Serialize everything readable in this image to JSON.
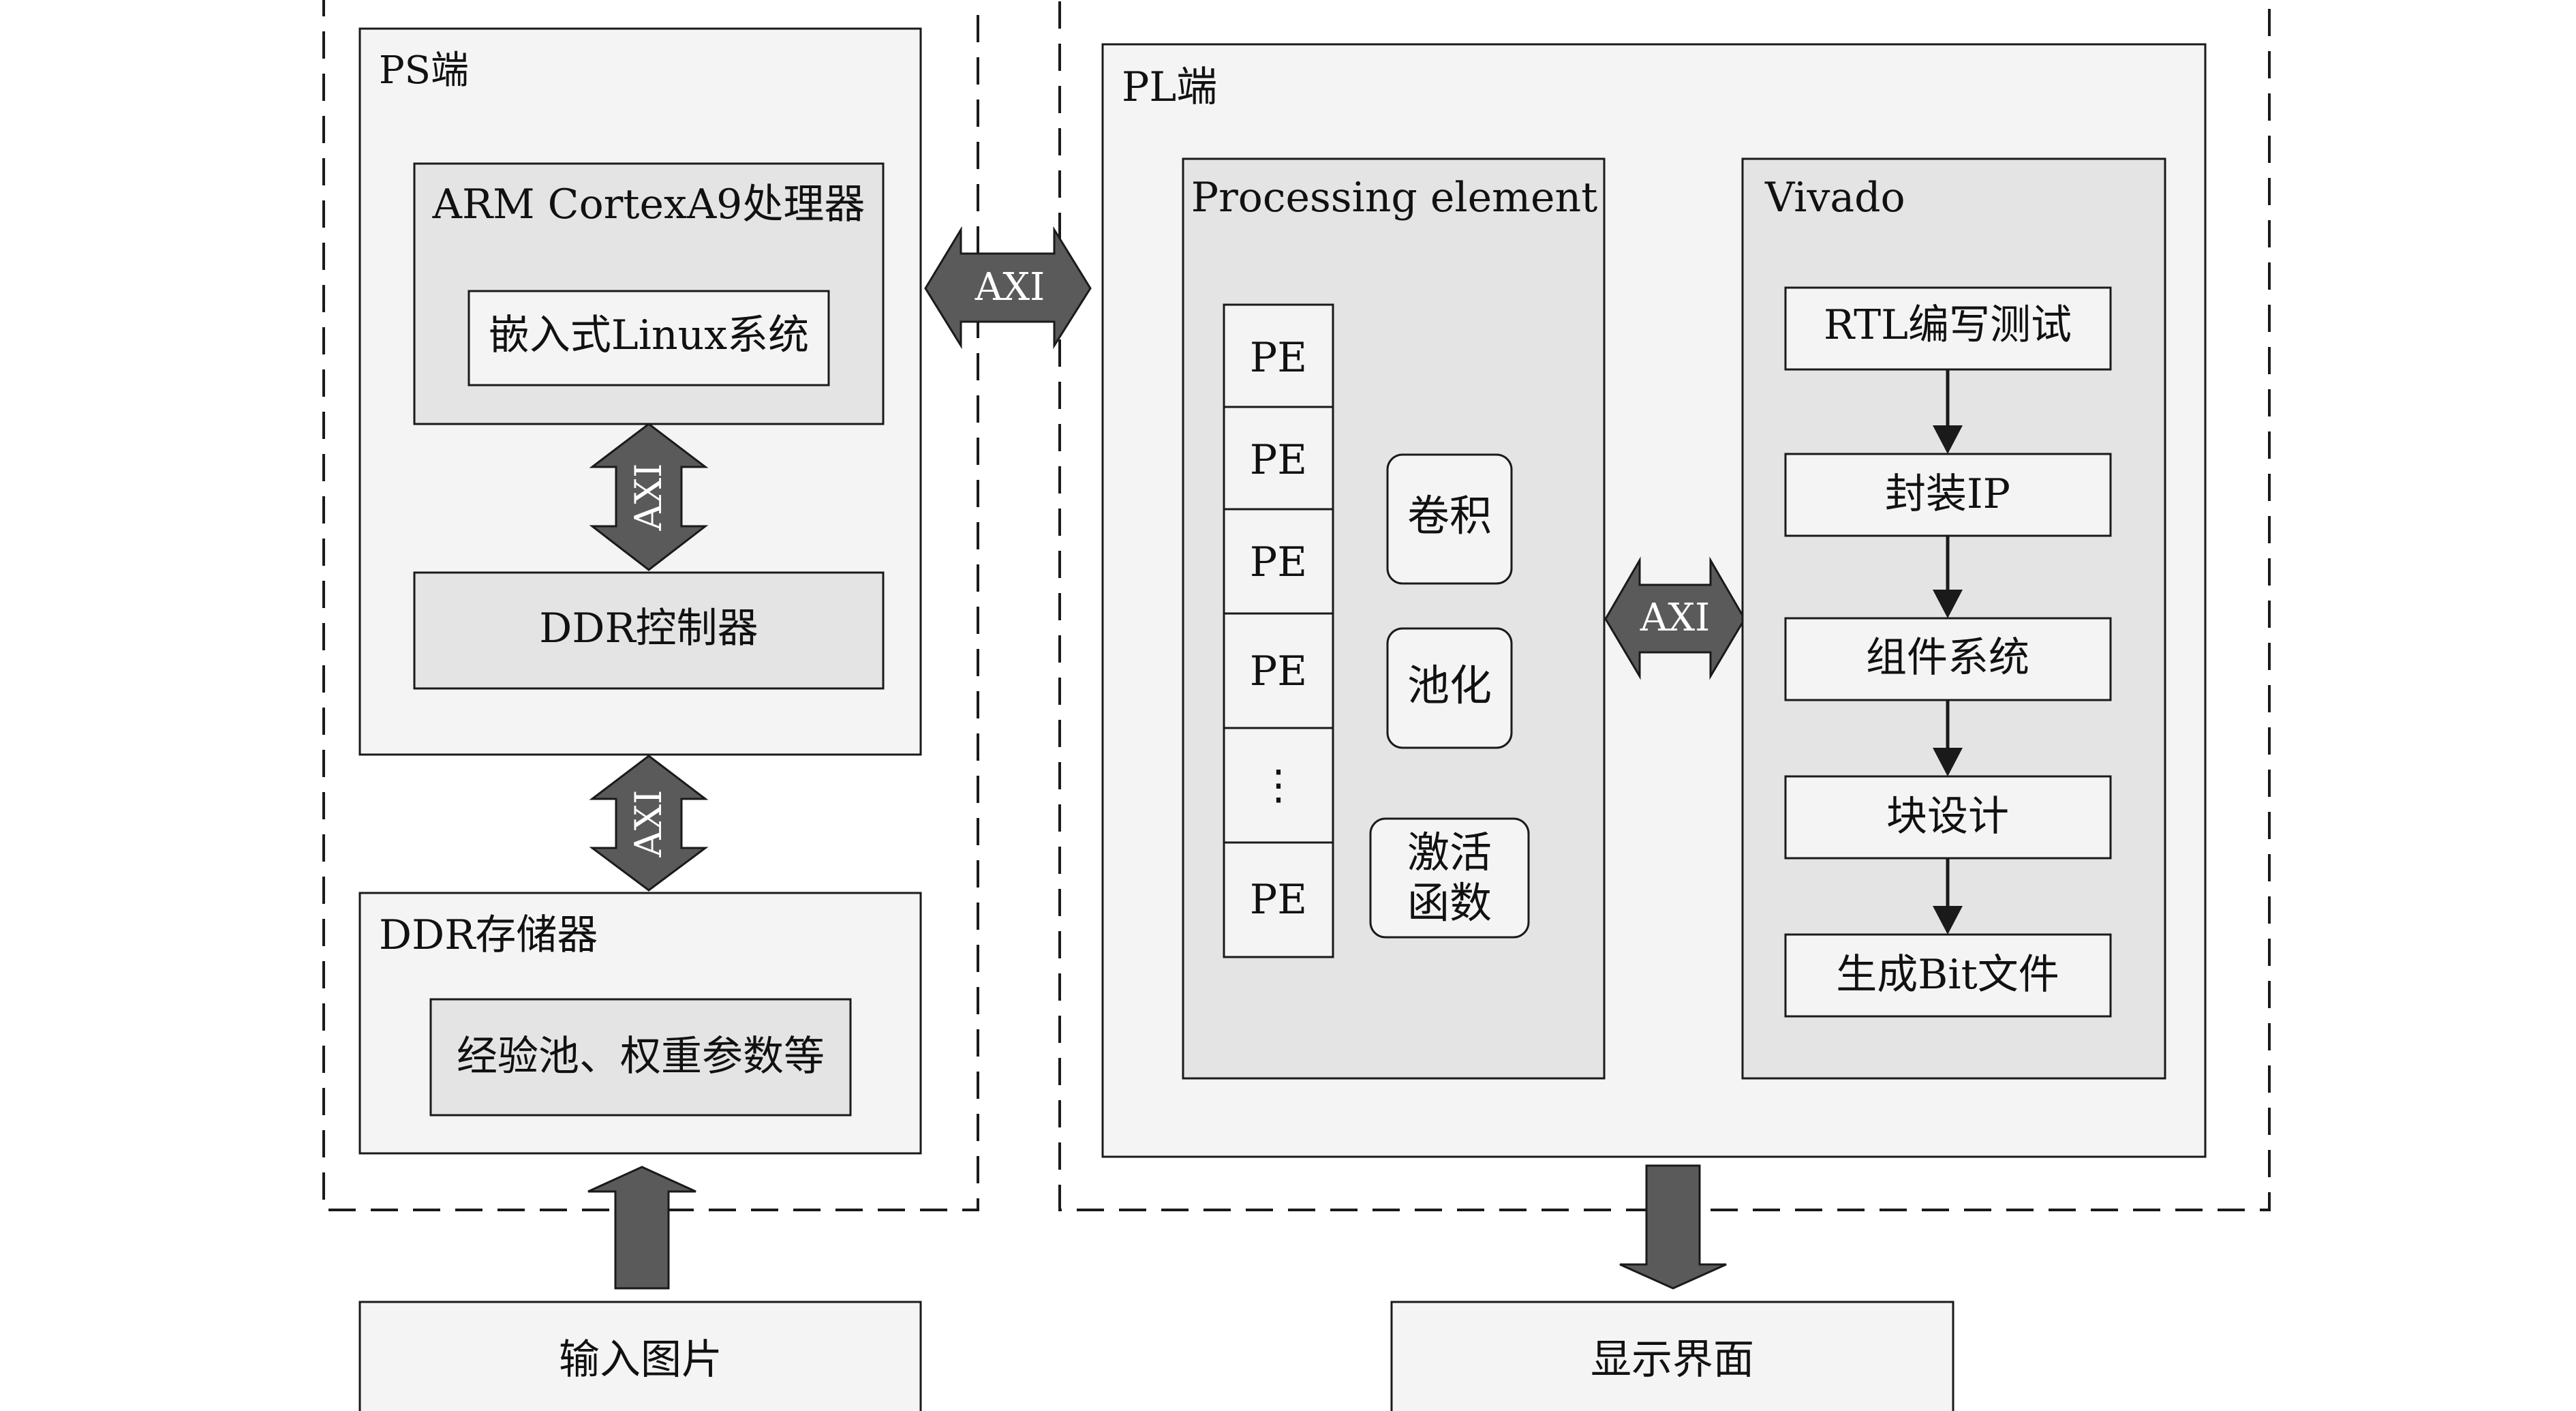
{
  "ps": {
    "title": "PS端",
    "arm_label": "ARM CortexA9处理器",
    "linux_label": "嵌入式Linux系统",
    "ddr_controller": "DDR控制器",
    "ddr_storage_title": "DDR存储器",
    "ddr_storage_content": "经验池、权重参数等"
  },
  "pl": {
    "title": "PL端",
    "pe_panel_title": "Processing element",
    "pe_cells": [
      "PE",
      "PE",
      "PE",
      "PE",
      "⋮",
      "PE"
    ],
    "ops": [
      "卷积",
      "池化",
      "激活",
      "函数"
    ],
    "vivado_title": "Vivado",
    "vivado_steps": [
      "RTL编写测试",
      "封装IP",
      "组件系统",
      "块设计",
      "生成Bit文件"
    ]
  },
  "axi_label": "AXI",
  "input_label": "输入图片",
  "output_label": "显示界面",
  "colors": {
    "light_box": "#f4f4f4",
    "mid_box": "#e4e4e4",
    "arrow_fill": "#5a5a5a",
    "stroke": "#1a1a1a"
  }
}
